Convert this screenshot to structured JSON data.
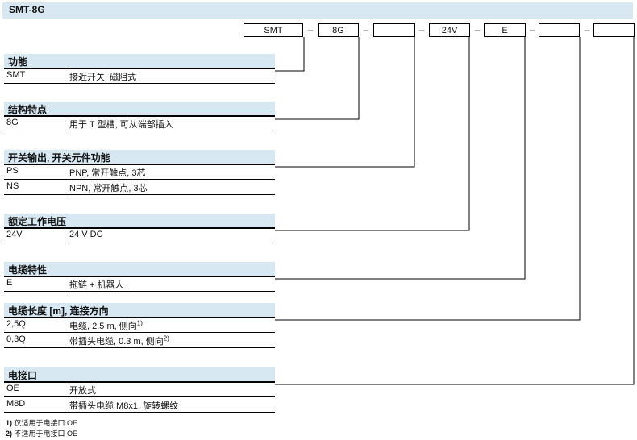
{
  "title": "SMT-8G",
  "code_boxes": [
    "SMT",
    "8G",
    "",
    "24V",
    "E",
    "",
    ""
  ],
  "dashes": [
    "–",
    "–",
    "–",
    "–",
    "–",
    "–"
  ],
  "sections": [
    {
      "header": "功能",
      "rows": [
        {
          "code": "SMT",
          "desc": "接近开关, 磁阻式"
        }
      ]
    },
    {
      "header": "结构特点",
      "rows": [
        {
          "code": "8G",
          "desc": "用于 T 型槽, 可从端部插入"
        }
      ]
    },
    {
      "header": "开关输出, 开关元件功能",
      "rows": [
        {
          "code": "PS",
          "desc": "PNP, 常开触点, 3芯"
        },
        {
          "code": "NS",
          "desc": "NPN, 常开触点, 3芯"
        }
      ]
    },
    {
      "header": "额定工作电压",
      "rows": [
        {
          "code": "24V",
          "desc": "24 V DC"
        }
      ]
    },
    {
      "header": "电缆特性",
      "rows": [
        {
          "code": "E",
          "desc": "拖链 + 机器人"
        }
      ]
    },
    {
      "header": "电缆长度 [m], 连接方向",
      "rows": [
        {
          "code": "2,5Q",
          "desc": "电缆, 2.5 m, 侧向",
          "sup": "1)"
        },
        {
          "code": "0,3Q",
          "desc": "带插头电缆, 0.3 m, 侧向",
          "sup": "2)"
        }
      ]
    },
    {
      "header": "电接口",
      "rows": [
        {
          "code": "OE",
          "desc": "开放式"
        },
        {
          "code": "M8D",
          "desc": "带插头电缆 M8x1, 旋转螺纹"
        }
      ]
    }
  ],
  "footnotes": [
    {
      "num": "1)",
      "text": "仅适用于电接口 OE"
    },
    {
      "num": "2)",
      "text": "不适用于电接口 OE"
    }
  ]
}
